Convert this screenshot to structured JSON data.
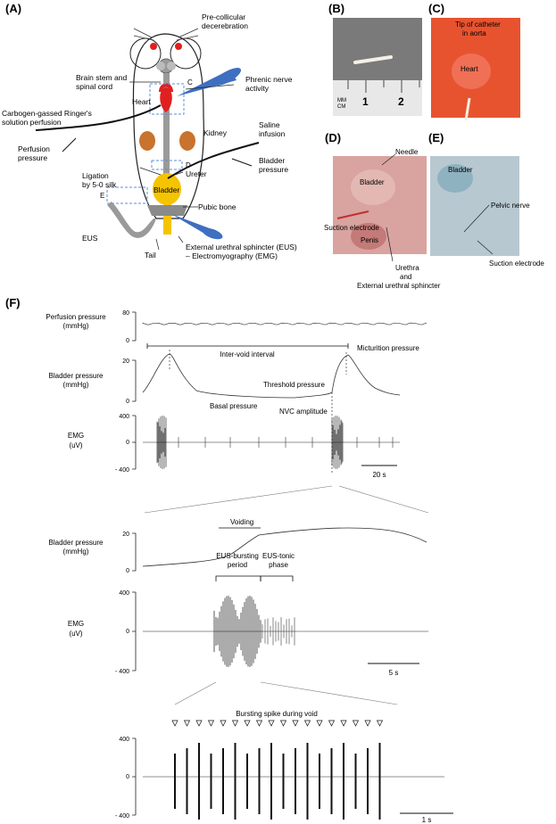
{
  "panels": {
    "A": {
      "label": "(A)",
      "labels": {
        "precollicular": [
          "Pre-collicular",
          "decerebration"
        ],
        "brainstem": "Brain stem and",
        "spinal": "spinal cord",
        "c_marker": "C",
        "phrenic": [
          "Phrenic nerve",
          "activity"
        ],
        "heart": "Heart",
        "carbogen": [
          "Carbogen-gassed Ringer's",
          "solution perfusion"
        ],
        "kidney": "Kidney",
        "saline": [
          "Saline",
          "infusion"
        ],
        "perfusion_pressure": [
          "Perfusion",
          "pressure"
        ],
        "bladder_pressure": [
          "Bladder",
          "pressure"
        ],
        "d_marker": "D",
        "ureter": "Ureter",
        "ligation": [
          "Ligation",
          "by 5-0 silk"
        ],
        "e_marker": "E",
        "bladder": "Bladder",
        "pubic_bone": "Pubic bone",
        "eus": "EUS",
        "tail": "Tail",
        "eus_emg": [
          "External urethral sphincter (EUS)",
          "– Electromyography (EMG)"
        ]
      }
    },
    "B": {
      "label": "(B)",
      "ruler_units": [
        "MM",
        "CM"
      ],
      "ruler_numbers": [
        "1",
        "2"
      ]
    },
    "C": {
      "label": "(C)",
      "tip_label": [
        "Tip of catheter",
        "in aorta"
      ],
      "heart_label": "Heart"
    },
    "D": {
      "label": "(D)",
      "needle": "Needle",
      "bladder": "Bladder",
      "suction": "Suction electrode",
      "penis": "Penis",
      "urethra": [
        "Urethra",
        "and",
        "External urethral sphincter"
      ]
    },
    "E": {
      "label": "(E)",
      "bladder": "Bladder",
      "pelvic": "Pelvic nerve",
      "suction": "Suction electrode"
    },
    "F": {
      "label": "(F)",
      "perfusion": {
        "label": [
          "Perfusion pressure",
          "(mmHg)"
        ],
        "ticks": [
          "80",
          "0"
        ]
      },
      "bladder": {
        "label": [
          "Bladder pressure",
          "(mmHg)"
        ],
        "ticks": [
          "20",
          "0"
        ],
        "annotations": {
          "interval": "Inter-void interval",
          "micturition": "Micturition pressure",
          "threshold": "Threshold pressure",
          "basal": "Basal pressure",
          "nvc": "NVC amplitude"
        }
      },
      "emg": {
        "label": [
          "EMG",
          "(uV)"
        ],
        "ticks": [
          "400",
          "0",
          "- 400"
        ],
        "scale": "20 s"
      },
      "zoom1": {
        "bp_label": [
          "Bladder pressure",
          "(mmHg)"
        ],
        "bp_ticks": [
          "20",
          "0"
        ],
        "voiding": "Voiding",
        "bursting": [
          "EUS-bursting",
          "period"
        ],
        "tonic": [
          "EUS-tonic",
          "phase"
        ],
        "emg_label": [
          "EMG",
          "(uV)"
        ],
        "emg_ticks": [
          "400",
          "0",
          "- 400"
        ],
        "scale": "5 s"
      },
      "zoom2": {
        "title": "Bursting spike during void",
        "emg_ticks": [
          "400",
          "0",
          "- 400"
        ],
        "scale": "1 s",
        "spike_count": 18
      }
    }
  },
  "colors": {
    "red": "#e02020",
    "kidney": "#c8732e",
    "bladder": "#f5c400",
    "nerve_blue": "#3f6fc0",
    "pubic": "#8a8a8a"
  }
}
